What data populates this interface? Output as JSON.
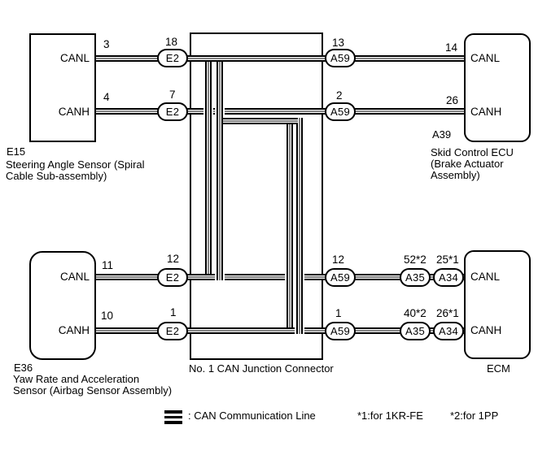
{
  "modules": {
    "e15": {
      "code": "E15",
      "pin_top": "CANL",
      "pin_bottom": "CANH",
      "name_line1": "Steering Angle Sensor (Spiral",
      "name_line2": "Cable Sub-assembly)"
    },
    "a39": {
      "code": "A39",
      "pin_top": "CANL",
      "pin_bottom": "CANH",
      "name_line1": "Skid Control ECU",
      "name_line2": "(Brake Actuator",
      "name_line3": "Assembly)"
    },
    "e36": {
      "code": "E36",
      "pin_top": "CANL",
      "pin_bottom": "CANH",
      "name_line1": "Yaw Rate and Acceleration",
      "name_line2": "Sensor (Airbag Sensor Assembly)"
    },
    "ecm": {
      "code": "ECM",
      "pin_top": "CANL",
      "pin_bottom": "CANH"
    }
  },
  "junction": {
    "label": "No. 1 CAN Junction Connector"
  },
  "connectors": {
    "e2": "E2",
    "a59": "A59",
    "a35": "A35",
    "a34": "A34"
  },
  "pins": {
    "e15_canl": "3",
    "e15_canh": "4",
    "e2_canl_top": "18",
    "e2_canh_top": "7",
    "a59_canl_top": "13",
    "a59_canh_top": "2",
    "a39_canl": "14",
    "a39_canh": "26",
    "e36_canl": "11",
    "e36_canh": "10",
    "e2_canl_bottom": "12",
    "e2_canh_bottom": "1",
    "a59_canl_bottom": "12",
    "a59_canh_bottom": "1",
    "a35_canl": "52*2",
    "a35_canh": "40*2",
    "a34_canl": "25*1",
    "a34_canh": "26*1"
  },
  "legend": {
    "can_line_label": ": CAN Communication Line",
    "note1": "*1:for 1KR-FE",
    "note2": "*2:for 1PP"
  },
  "colors": {
    "line": "#000000",
    "background": "#ffffff"
  }
}
